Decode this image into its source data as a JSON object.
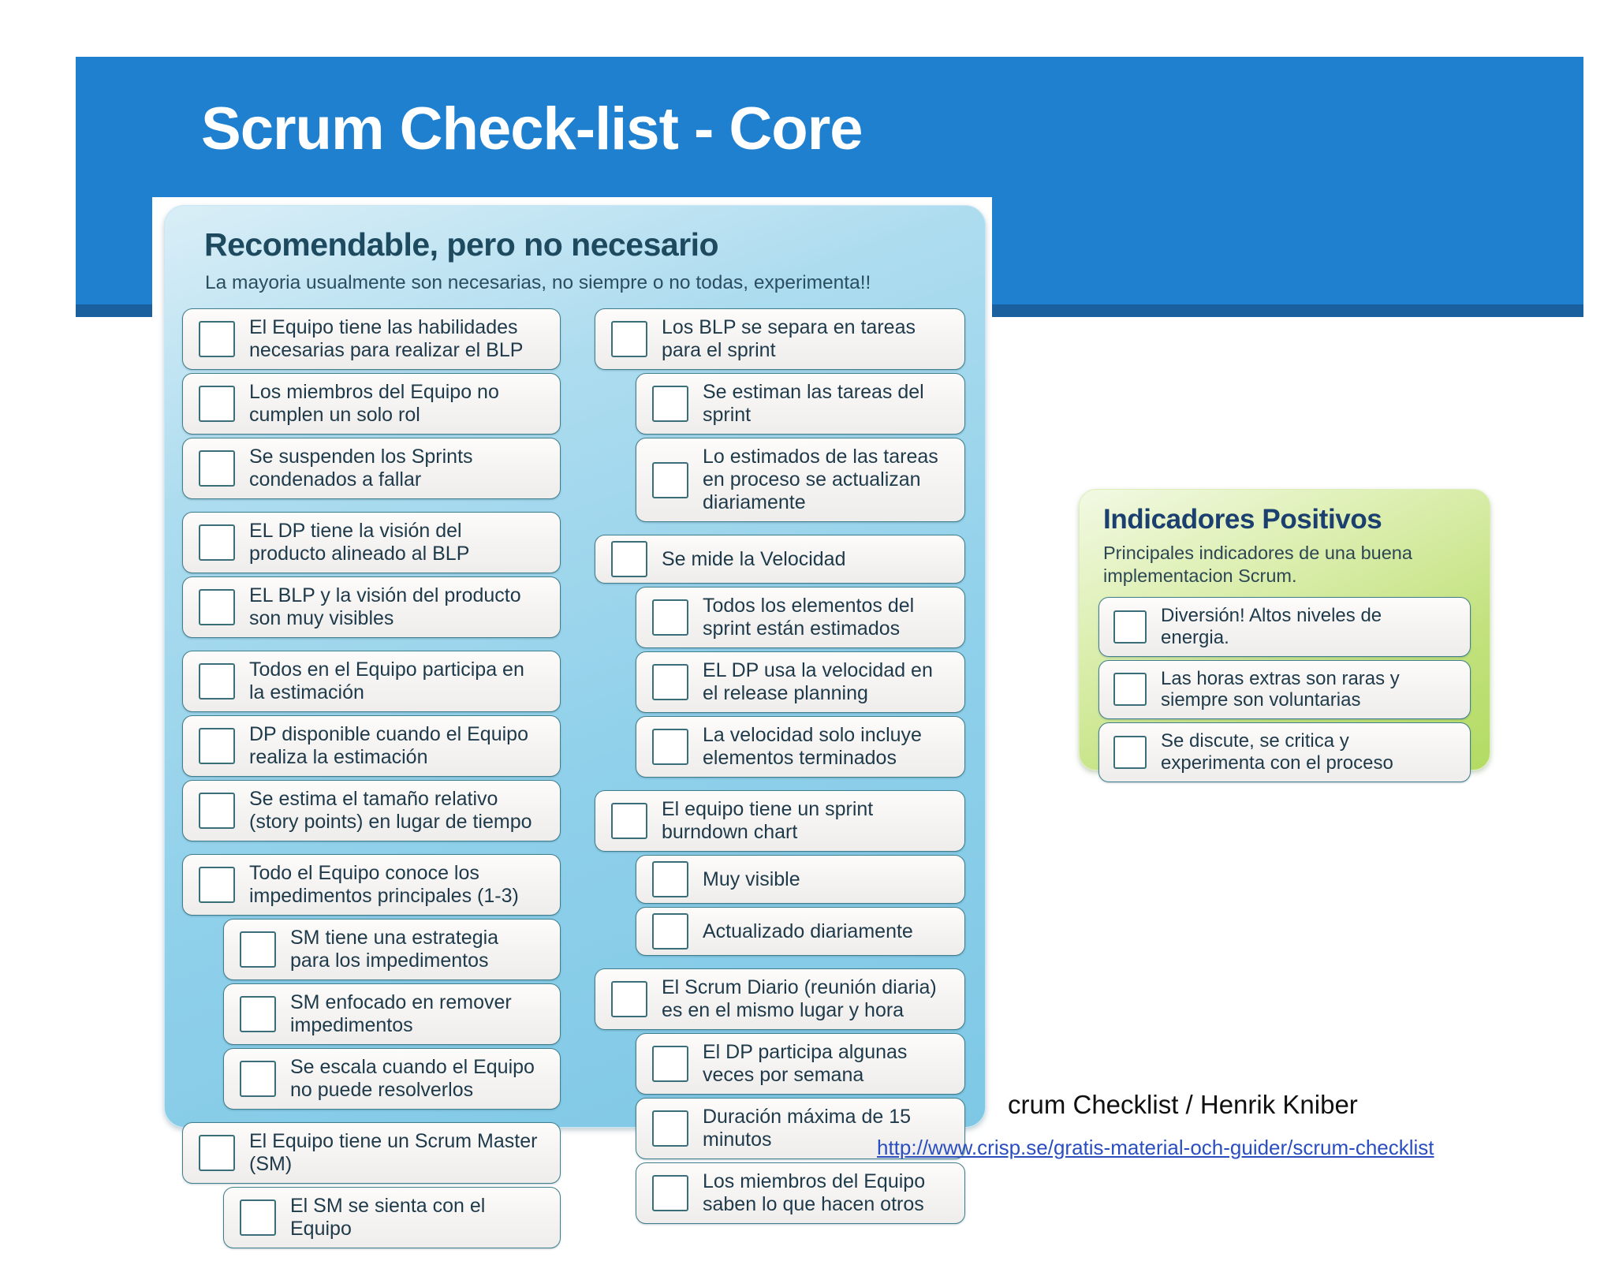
{
  "slide": {
    "title": "Scrum Check-list - Core"
  },
  "blue_card": {
    "heading": "Recomendable, pero no necesario",
    "subtitle": "La mayoria usualmente son necesarias, no siempre o no todas, experimenta!!",
    "left_groups": [
      {
        "items": [
          {
            "text": "El Equipo tiene las habilidades\nnecesarias para realizar el BLP",
            "indent": "none"
          },
          {
            "text": "Los miembros del Equipo no\ncumplen un solo rol",
            "indent": "none"
          },
          {
            "text": "Se suspenden los Sprints\ncondenados a fallar",
            "indent": "none"
          }
        ]
      },
      {
        "items": [
          {
            "text": "EL DP tiene la  visión del\nproducto alineado al  BLP",
            "indent": "none"
          },
          {
            "text": "EL BLP y la visión del producto\nson  muy  visibles",
            "indent": "none"
          }
        ]
      },
      {
        "items": [
          {
            "text": "Todos en el  Equipo participa en\nla estimación",
            "indent": "none"
          },
          {
            "text": "DP disponible cuando el  Equipo\nrealiza la estimación",
            "indent": "none"
          },
          {
            "text": "Se estima el  tamaño relativo\n(story points) en lugar de tiempo",
            "indent": "none"
          }
        ]
      },
      {
        "items": [
          {
            "text": "Todo el  Equipo conoce los\nimpedimentos principales (1-3)",
            "indent": "none"
          },
          {
            "text": "SM tiene una estrategia\npara los impedimentos",
            "indent": "small"
          },
          {
            "text": "SM enfocado en remover\nimpedimentos",
            "indent": "small"
          },
          {
            "text": "Se escala cuando el Equipo\nno puede resolverlos",
            "indent": "small"
          }
        ]
      },
      {
        "items": [
          {
            "text": "El Equipo tiene un Scrum Master\n(SM)",
            "indent": "none"
          },
          {
            "text": "El SM se sienta con el\nEquipo",
            "indent": "small"
          }
        ]
      }
    ],
    "right_groups": [
      {
        "items": [
          {
            "text": "Los BLP se separa en tareas\npara el sprint",
            "indent": "none"
          },
          {
            "text": "Se estiman las tareas del\nsprint",
            "indent": "small"
          },
          {
            "text": "Lo estimados de las tareas\nen proceso se actualizan\ndiariamente",
            "indent": "small"
          }
        ]
      },
      {
        "items": [
          {
            "text": "Se mide la Velocidad",
            "indent": "none"
          },
          {
            "text": "Todos los elementos del\nsprint  están estimados",
            "indent": "small"
          },
          {
            "text": "EL DP usa la velocidad en\nel release planning",
            "indent": "small"
          },
          {
            "text": "La velocidad solo incluye\nelementos terminados",
            "indent": "small"
          }
        ]
      },
      {
        "items": [
          {
            "text": "El equipo tiene un sprint\nburndown chart",
            "indent": "none"
          },
          {
            "text": "Muy  visible",
            "indent": "small"
          },
          {
            "text": "Actualizado diariamente",
            "indent": "small"
          }
        ]
      },
      {
        "items": [
          {
            "text": "El Scrum Diario (reunión diaria)\nes en el mismo lugar y hora",
            "indent": "none"
          },
          {
            "text": "El DP participa algunas\nveces por semana",
            "indent": "small"
          },
          {
            "text": "Duración máxima de  15\nminutos",
            "indent": "small"
          },
          {
            "text": "Los miembros del Equipo\nsaben lo que hacen otros",
            "indent": "small"
          }
        ]
      }
    ]
  },
  "green_card": {
    "heading": "Indicadores Positivos",
    "subtitle": "Principales indicadores de una buena\nimplementacion Scrum.",
    "items": [
      {
        "text": "Diversión! Altos niveles de\nenergia."
      },
      {
        "text": "Las horas extras son raras y\nsiempre son voluntarias"
      },
      {
        "text": "Se discute, se critica y\nexperimenta con el proceso"
      }
    ]
  },
  "attribution": {
    "credit": "crum Checklist / Henrik Kniber",
    "url": "http://www.crisp.se/gratis-material-och-guider/scrum-checklist"
  },
  "colors": {
    "banner_blue": "#2080d0",
    "banner_shadow": "#1a5f9e",
    "card_blue": "#7ec8e6",
    "card_green": "#b3db63",
    "link_blue": "#2a4ec0",
    "heading_dark": "#1e4a5f"
  }
}
